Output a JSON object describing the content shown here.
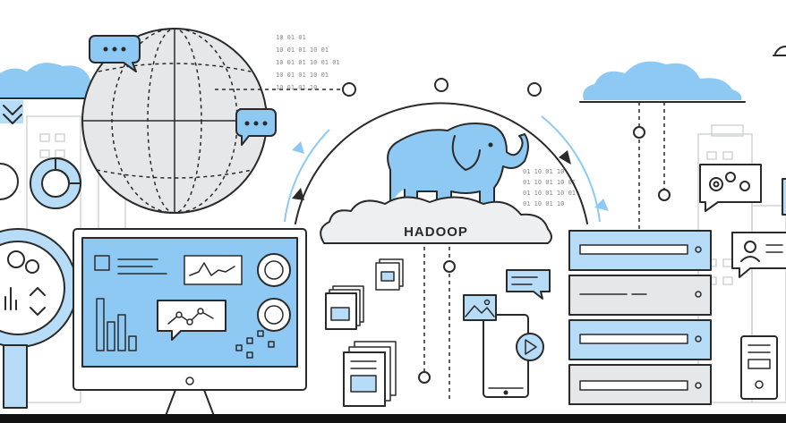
{
  "center": {
    "label": "HADOOP"
  },
  "binary": {
    "top": [
      "10 01 01",
      "10 01 01 10 01",
      "10 01 01 10 01 01",
      "10 01 01 10 01",
      "10 01 01 10"
    ],
    "right": [
      "01 10 01 10",
      "01 10 01 10 01",
      "01 10 01 10 01",
      "01 10 01 10"
    ]
  },
  "colors": {
    "accent": "#8ec9f3",
    "accent_light": "#b7dcf7",
    "line": "#2a2a2a",
    "ghost": "#c9ccd0",
    "panel": "#e6e7e9"
  }
}
